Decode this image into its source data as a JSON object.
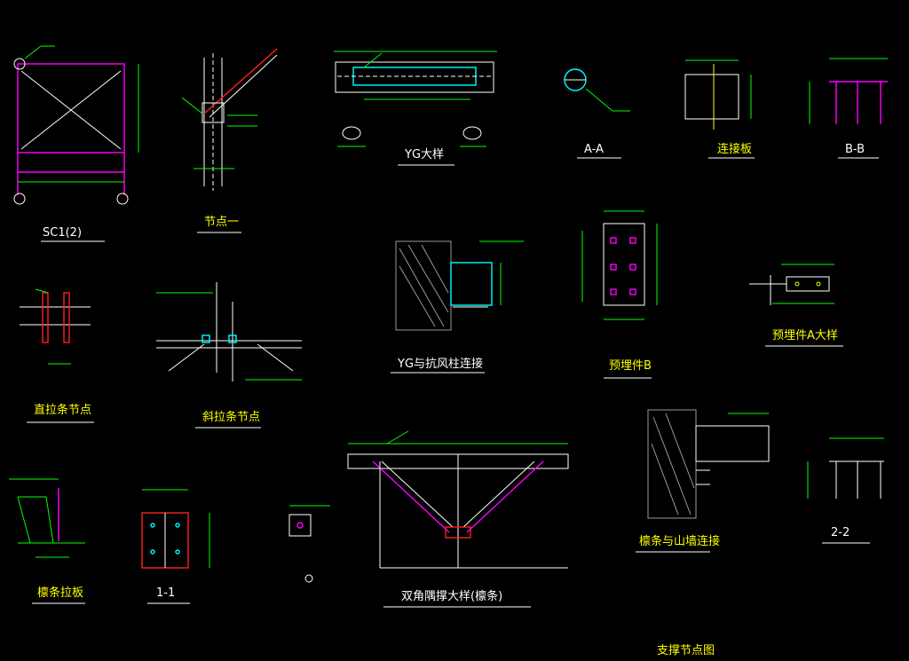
{
  "titles": {
    "sc": "SC1(2)",
    "node1": "节点一",
    "yg": "YG大样",
    "aa": "A-A",
    "connplate": "连接板",
    "bb": "B-B",
    "straight_tie": "直拉条节点",
    "diag_tie": "斜拉条节点",
    "yg_wind": "YG与抗风柱连接",
    "embed_b": "预埋件B",
    "embed_a": "预埋件A大样",
    "purlin_brace": "檩条拉板",
    "s11": "1-1",
    "double_angle": "双角隅撑大样(檩条)",
    "purlin_wall": "檩条与山墙连接",
    "s22": "2-2",
    "bottom": "支撑节点图"
  },
  "colors": {
    "background": "#000000",
    "magenta": "#ff00ff",
    "green": "#00ff00",
    "cyan": "#00ffff",
    "red": "#ff2020",
    "yellow": "#ffff00",
    "white": "#ffffff"
  }
}
